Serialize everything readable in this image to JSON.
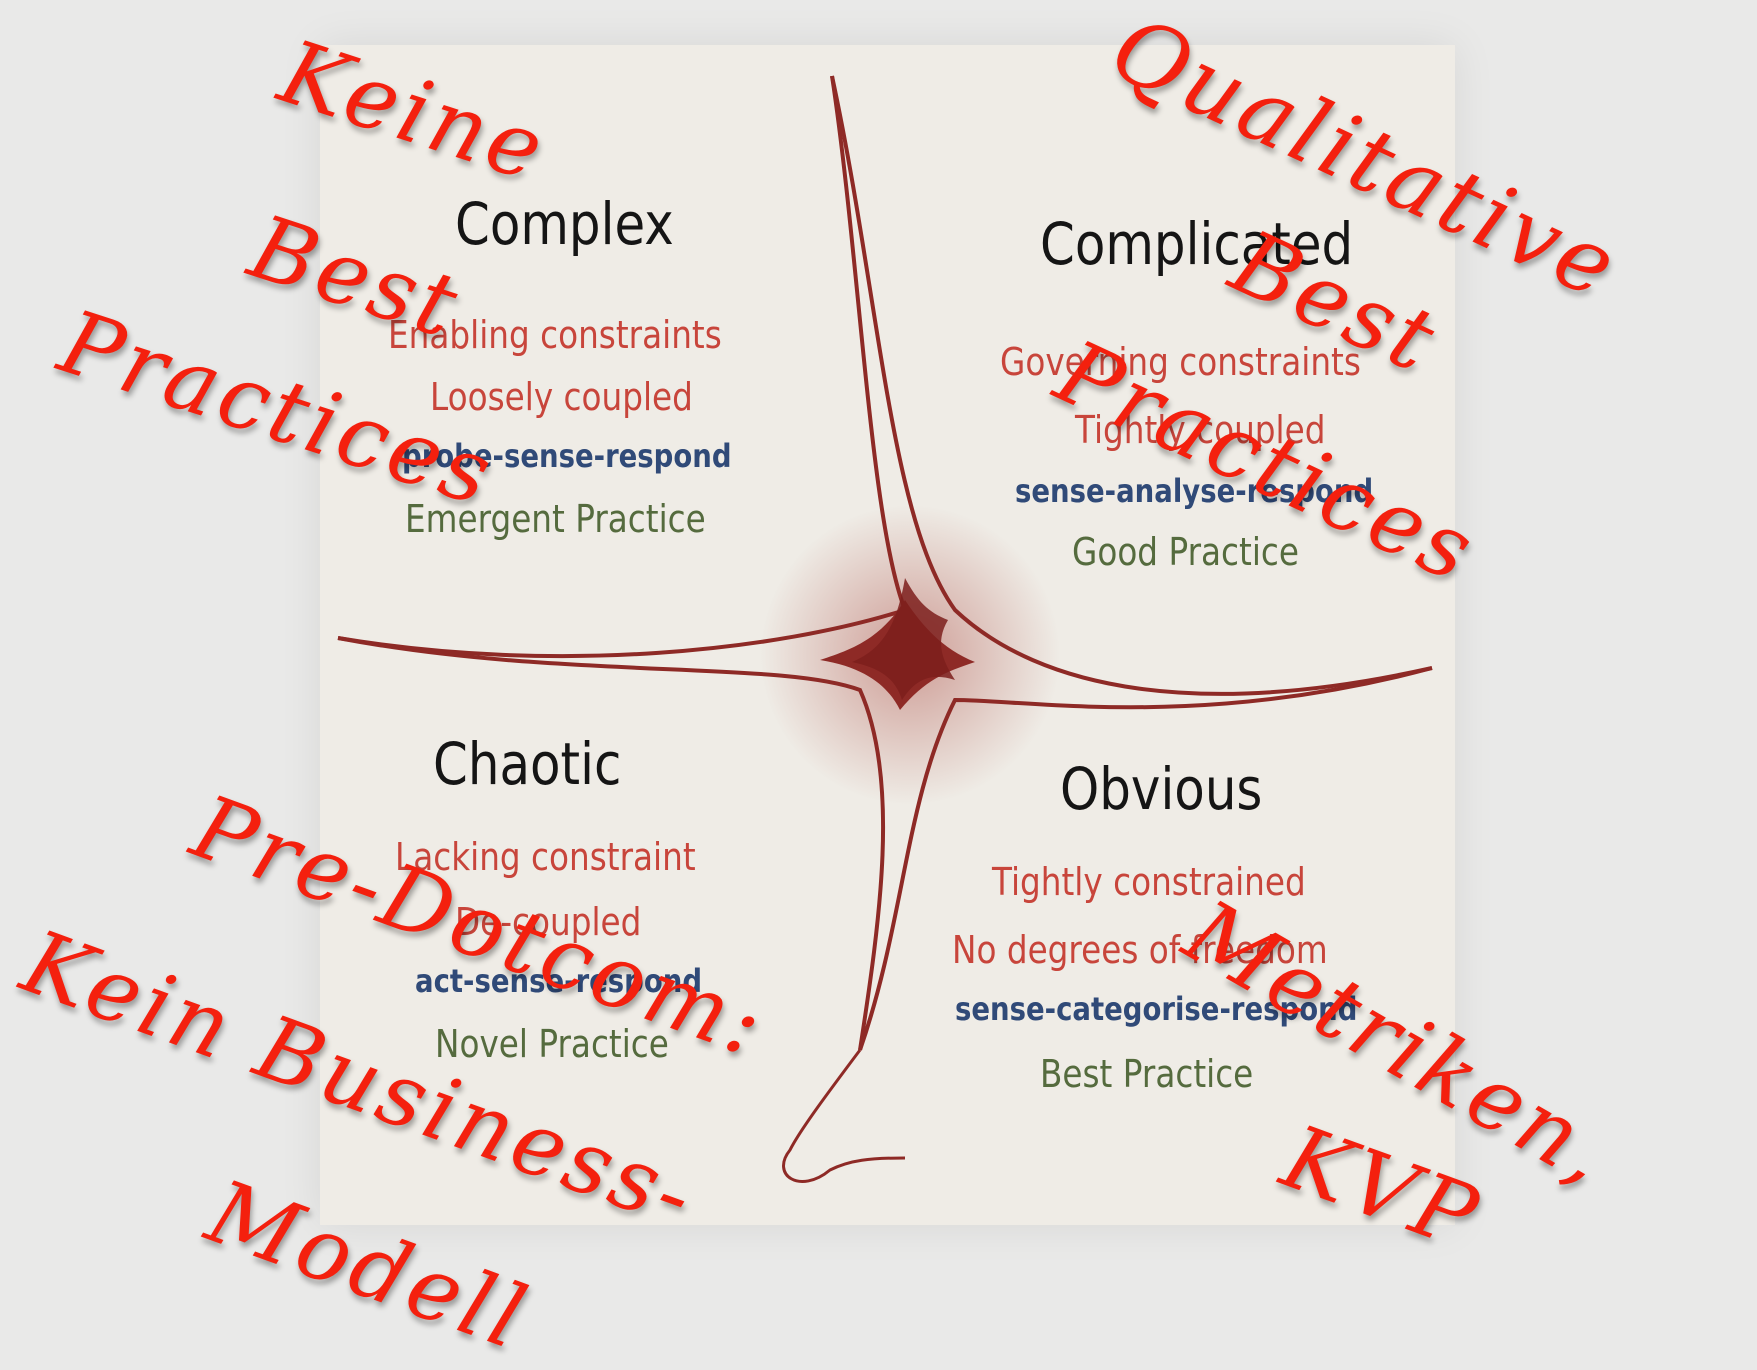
{
  "colors": {
    "constraint": "#c8453b",
    "method": "#304a78",
    "practice": "#556b3e",
    "title": "#151515",
    "overlay": "#f4200e",
    "divider": "#8e2a26"
  },
  "quadrants": {
    "complex": {
      "title": "Complex",
      "constraint": "Enabling constraints",
      "coupling": "Loosely coupled",
      "method": "probe-sense-respond",
      "practice": "Emergent Practice"
    },
    "complicated": {
      "title": "Complicated",
      "constraint": "Governing constraints",
      "coupling": "Tightly coupled",
      "method": "sense-analyse-respond",
      "practice": "Good Practice"
    },
    "chaotic": {
      "title": "Chaotic",
      "constraint": "Lacking constraint",
      "coupling": "De-coupled",
      "method": "act-sense-respond",
      "practice": "Novel Practice"
    },
    "obvious": {
      "title": "Obvious",
      "constraint": "Tightly constrained",
      "coupling": "No degrees of freedom",
      "method": "sense-categorise-respond",
      "practice": "Best Practice"
    }
  },
  "annotations": {
    "complex": [
      "Keine",
      "Best",
      "Practices"
    ],
    "complicated": [
      "Qualitative",
      "Best",
      "Practices"
    ],
    "chaotic": [
      "Pre-Dotcom:",
      "Kein Business-",
      "Modell"
    ],
    "obvious": [
      "Metriken,",
      "KVP"
    ]
  }
}
